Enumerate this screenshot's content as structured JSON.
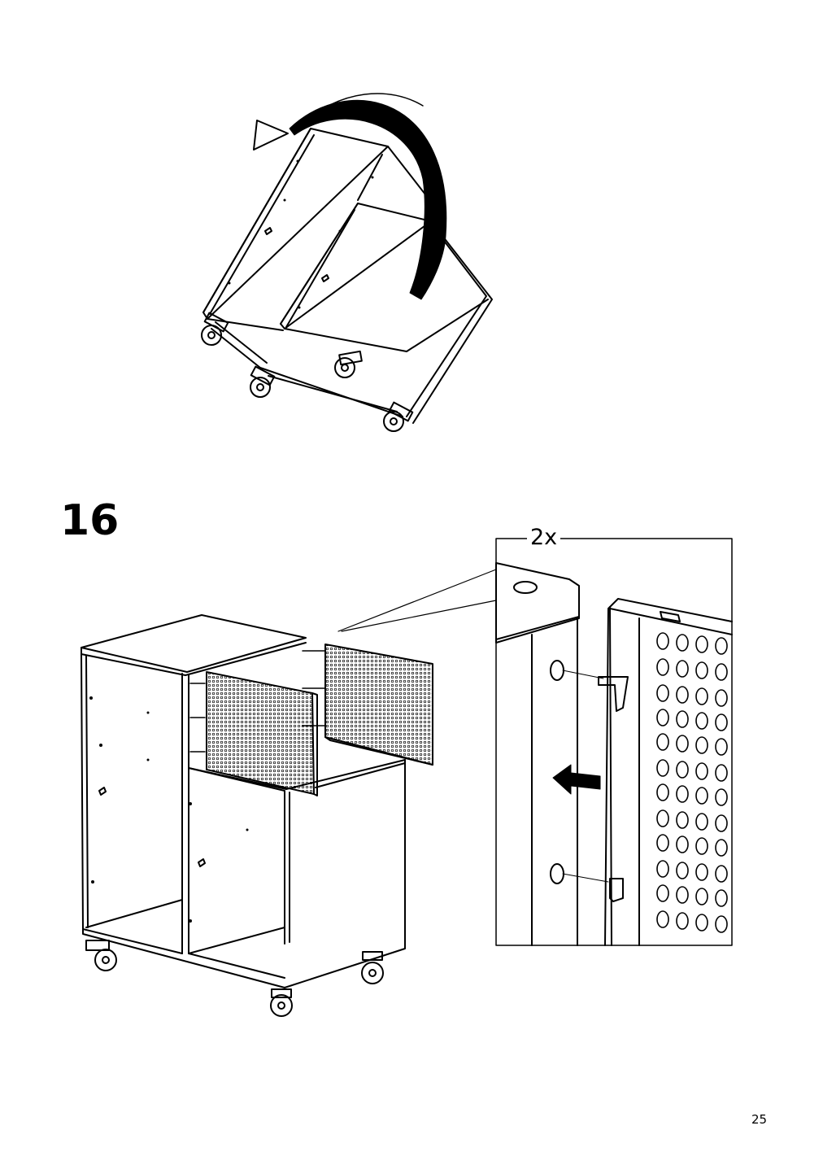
{
  "step": {
    "number": "16"
  },
  "detail": {
    "quantity": "2x"
  },
  "page": {
    "number": "25"
  },
  "icons": {
    "rotate": "curved-rotate-arrow-icon",
    "push": "push-direction-arrow-icon"
  }
}
